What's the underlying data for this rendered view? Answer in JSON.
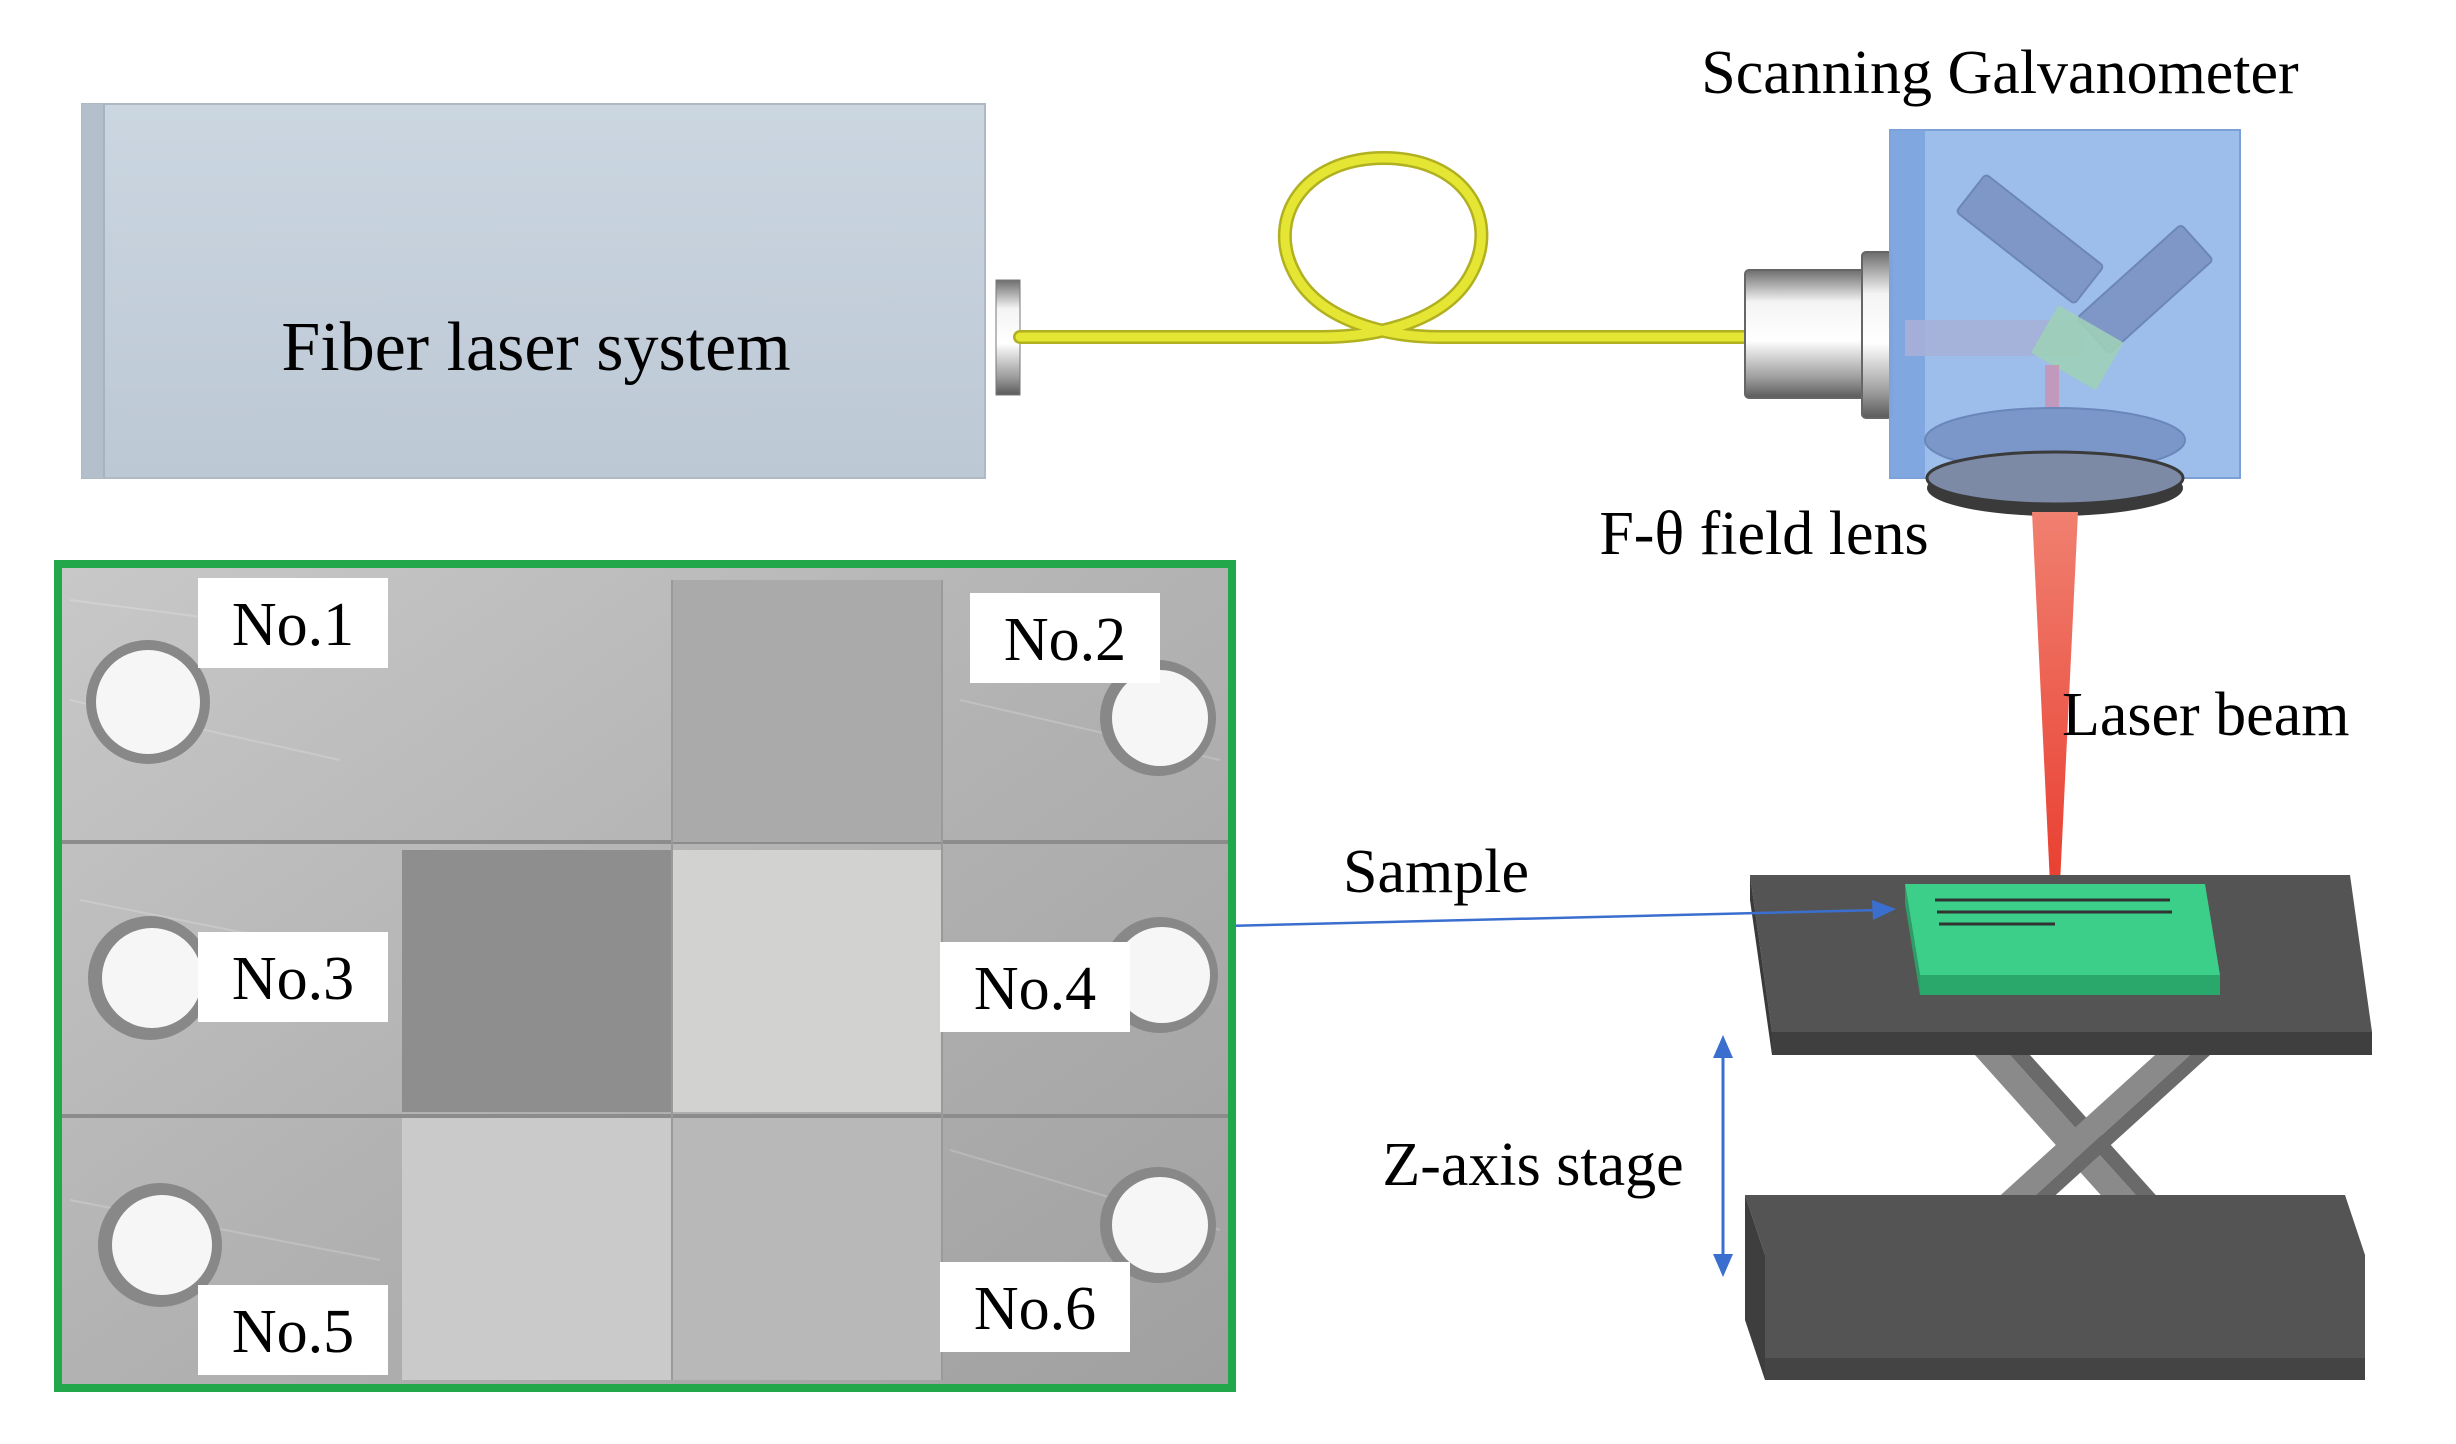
{
  "labels": {
    "fiber_laser": "Fiber laser system",
    "galvanometer": "Scanning Galvanometer",
    "field_lens": "F-θ field lens",
    "laser_beam": "Laser beam",
    "sample": "Sample",
    "z_stage": "Z-axis stage"
  },
  "photo": {
    "samples": [
      {
        "label": "No.1"
      },
      {
        "label": "No.2"
      },
      {
        "label": "No.3"
      },
      {
        "label": "No.4"
      },
      {
        "label": "No.5"
      },
      {
        "label": "No.6"
      }
    ],
    "frame_color": "#22a84a"
  },
  "colors": {
    "laser_box": "#c3cfdb",
    "fiber": "#e5e534",
    "galvo_box": "#8cb1e8",
    "beam": "#ef4a3c",
    "sample_block": "#3ccf8a",
    "stage": "#545454",
    "arrow": "#3a6fd0"
  }
}
